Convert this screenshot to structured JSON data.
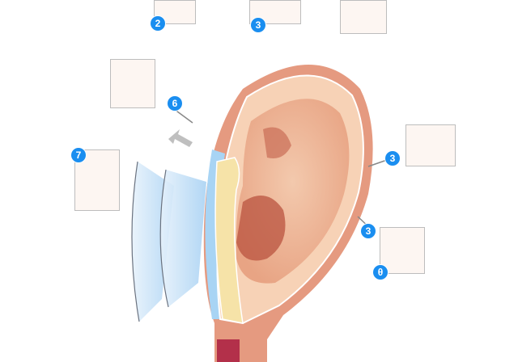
{
  "diagram": {
    "subject": "ear cross-section with procedure step insets",
    "badge_color": "#1a8ef0",
    "callouts": [
      {
        "id": "top-left",
        "label": "2"
      },
      {
        "id": "top-center",
        "label": "3"
      },
      {
        "id": "upper-left",
        "label": "6"
      },
      {
        "id": "left",
        "label": "7"
      },
      {
        "id": "right-upper",
        "label": "3"
      },
      {
        "id": "right-lower",
        "label": "3"
      },
      {
        "id": "right-bottom",
        "label": "θ"
      }
    ]
  }
}
